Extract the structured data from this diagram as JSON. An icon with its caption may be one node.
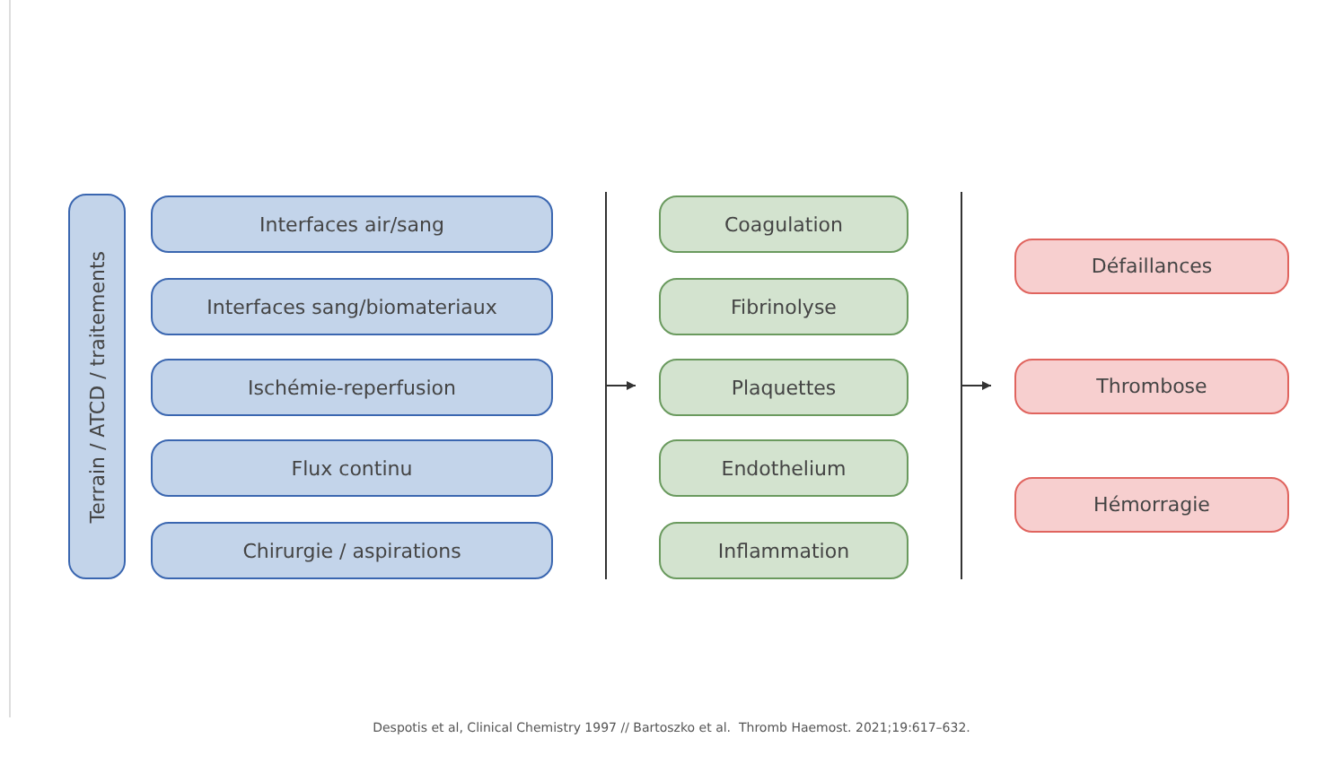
{
  "diagram": {
    "caption": "Despotis et al, Clinical Chemistry 1997 // Bartoszko et al.  Thromb Haemost. 2021;19:617–632.",
    "nodes": [
      {
        "text": [
          "Terrain / ATCD / traitements"
        ]
      },
      {
        "text": [
          "Interfaces air/sang"
        ]
      },
      {
        "text": [
          "Interfaces sang/biomateriaux"
        ]
      },
      {
        "text": [
          "Ischémie-reperfusion"
        ]
      },
      {
        "text": [
          "Flux continu"
        ]
      },
      {
        "text": [
          "Chirurgie / aspirations"
        ]
      },
      {
        "text": [],
        "shape": "bar"
      },
      {
        "text": [
          "Coagulation"
        ]
      },
      {
        "text": [
          "Fibrinolyse"
        ]
      },
      {
        "text": [
          "Plaquettes"
        ]
      },
      {
        "text": [
          "Endothelium"
        ]
      },
      {
        "text": [
          "Inflammation"
        ]
      },
      {
        "text": [],
        "shape": "bar"
      },
      {
        "text": [
          "Défaillances"
        ]
      },
      {
        "text": [
          "Thrombose"
        ]
      },
      {
        "text": [
          "Hémorragie"
        ]
      }
    ],
    "edges": [
      {
        "from": 6,
        "to": null,
        "arrow": "to"
      },
      {
        "from": 12,
        "to": null,
        "arrow": "to"
      }
    ]
  }
}
